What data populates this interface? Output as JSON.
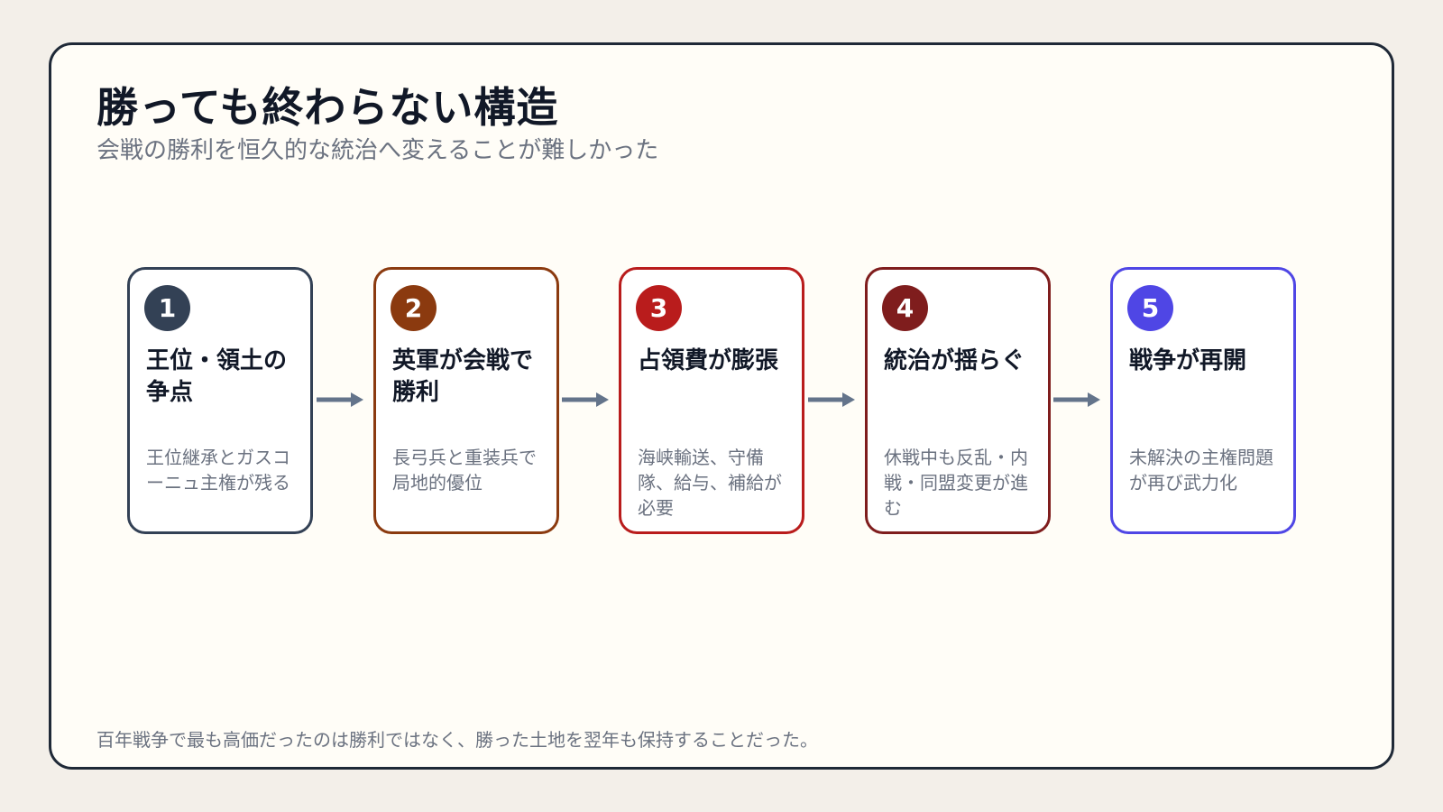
{
  "title": "勝っても終わらない構造",
  "subtitle": "会戦の勝利を恒久的な統治へ変えることが難しかった",
  "steps": [
    {
      "number": "1",
      "title": "王位・領土の争点",
      "desc": "王位継承とガスコーニュ主権が残る",
      "color": "#334155"
    },
    {
      "number": "2",
      "title": "英軍が会戦で勝利",
      "desc": "長弓兵と重装兵で局地的優位",
      "color": "#8b3a0f"
    },
    {
      "number": "3",
      "title": "占領費が膨張",
      "desc": "海峡輸送、守備隊、給与、補給が必要",
      "color": "#b91c1c"
    },
    {
      "number": "4",
      "title": "統治が揺らぐ",
      "desc": "休戦中も反乱・内戦・同盟変更が進む",
      "color": "#7f1d1d"
    },
    {
      "number": "5",
      "title": "戦争が再開",
      "desc": "未解決の主権問題が再び武力化",
      "color": "#4f46e5"
    }
  ],
  "arrow_color": "#64748b",
  "footer": "百年戦争で最も高価だったのは勝利ではなく、勝った土地を翌年も保持することだった。"
}
